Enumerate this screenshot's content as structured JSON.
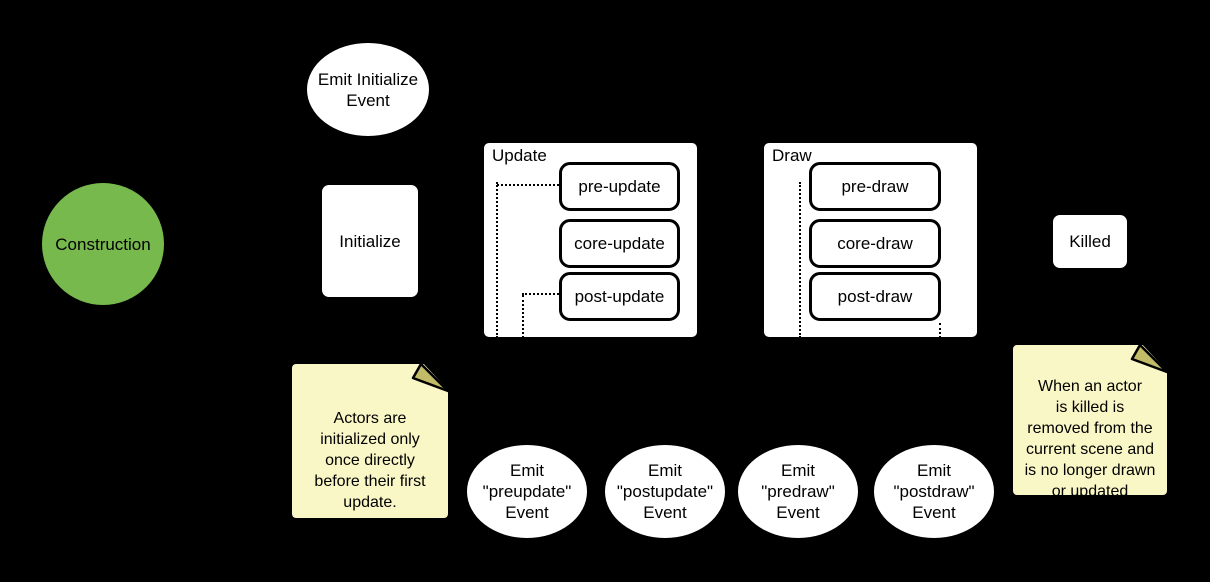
{
  "colors": {
    "background": "#000000",
    "construction_fill": "#77B94D",
    "shape_fill": "#FFFFFF",
    "note_fill": "#FAF7C6",
    "note_fold": "#C2BC69",
    "stroke": "#000000"
  },
  "stages": {
    "construction": {
      "label": "Construction"
    },
    "emit_initialize_event": {
      "label": "Emit Initialize\nEvent"
    },
    "initialize": {
      "label": "Initialize"
    },
    "update": {
      "label": "Update",
      "steps": [
        {
          "label": "pre-update"
        },
        {
          "label": "core-update"
        },
        {
          "label": "post-update"
        }
      ]
    },
    "draw": {
      "label": "Draw",
      "steps": [
        {
          "label": "pre-draw"
        },
        {
          "label": "core-draw"
        },
        {
          "label": "post-draw"
        }
      ]
    },
    "killed": {
      "label": "Killed"
    }
  },
  "events": [
    {
      "label": "Emit\n\"preupdate\"\nEvent"
    },
    {
      "label": "Emit\n\"postupdate\"\nEvent"
    },
    {
      "label": "Emit\n\"predraw\"\nEvent"
    },
    {
      "label": "Emit\n\"postdraw\"\nEvent"
    }
  ],
  "notes": {
    "initialize_note": {
      "text": "Actors are\ninitialized only\nonce directly\nbefore their first\nupdate."
    },
    "killed_note": {
      "text": "When an actor\nis killed is\nremoved from the\ncurrent scene and\nis no longer drawn\nor updated"
    }
  }
}
